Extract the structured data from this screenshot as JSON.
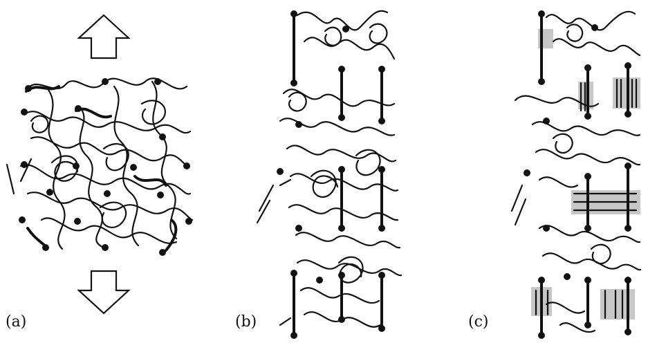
{
  "figure": {
    "panels": [
      {
        "id": "a",
        "label": "(a)"
      },
      {
        "id": "b",
        "label": "(b)"
      },
      {
        "id": "c",
        "label": "(c)"
      }
    ],
    "arrows": [
      "up-arrow",
      "down-arrow"
    ],
    "colors": {
      "ink": "#111111",
      "shade": "#bdbdbd",
      "background": "#ffffff"
    }
  }
}
